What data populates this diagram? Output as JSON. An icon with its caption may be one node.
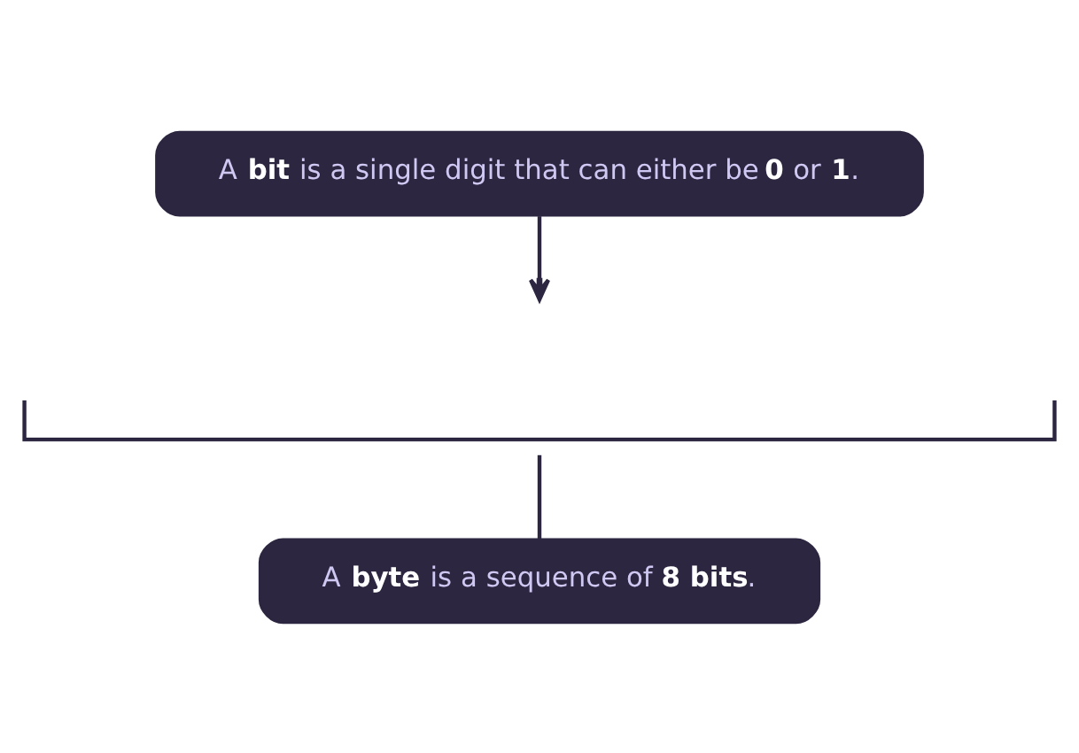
{
  "diagram": {
    "nodes": [
      {
        "text": [
          "A **bit** is a single digit that can either be **0** or **1**."
        ]
      },
      {
        "text": [],
        "shape": "bracket"
      },
      {
        "text": [
          "A **byte** is a sequence of **8 bits**."
        ]
      }
    ],
    "edges": [
      {
        "from": 0,
        "to": null,
        "arrow": "to"
      },
      {
        "from": 1,
        "to": 2,
        "arrow": "none"
      }
    ]
  }
}
